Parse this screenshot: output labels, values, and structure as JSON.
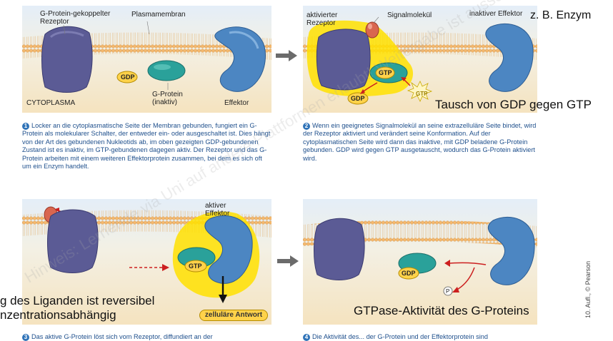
{
  "panel1": {
    "labels": {
      "receptor": "G-Protein-gekoppelter\nRezeptor",
      "membrane": "Plasmamembran",
      "gdp": "GDP",
      "gprotein": "G-Protein\n(inaktiv)",
      "cytoplasm": "CYTOPLASMA",
      "effector": "Effektor"
    }
  },
  "panel2": {
    "labels": {
      "receptor": "aktivierter\nRezeptor",
      "signal": "Signalmolekül",
      "effector": "inaktiver Effektor",
      "gtp": "GTP",
      "gdp": "GDP",
      "gtp_in": "GTP"
    }
  },
  "panel3": {
    "labels": {
      "effector": "aktiver\nEffektor",
      "gtp": "GTP",
      "response": "zelluläre Antwort"
    }
  },
  "panel4": {
    "labels": {
      "gdp": "GDP",
      "phosphate": "P"
    }
  },
  "captions": {
    "c1": {
      "num": "1",
      "text": "Locker an die cytoplasmatische Seite der Membran gebunden, fungiert ein G-Protein als molekularer Schalter, der entweder ein- oder ausgeschaltet ist. Dies hängt von der Art des gebundenen Nukleotids ab, im oben gezeigten GDP-gebundenen Zustand ist es inaktiv, im GTP-gebundenen dagegen aktiv. Der Rezeptor und das G-Protein arbeiten mit einem weiteren Effektorprotein zusammen, bei dem es sich oft um ein Enzym handelt."
    },
    "c2": {
      "num": "2",
      "text": "Wenn ein geeignetes Signalmolekül an seine extrazelluläre Seite bindet, wird der Rezeptor aktiviert und verändert seine Konformation. Auf der cytoplasmatischen Seite wird dann das inaktive, mit GDP beladene G-Protein gebunden. GDP wird gegen GTP ausgetauscht, wodurch das G-Protein aktiviert wird."
    },
    "c3": {
      "num": "3",
      "text": "Das aktive G-Protein löst sich vom Rezeptor, diffundiert an der"
    },
    "c4": {
      "num": "4",
      "text": "Die Aktivität des... der G-Protein und der Effektorprotein sind"
    }
  },
  "annotations": {
    "enzyme": "z. B. Enzym",
    "exchange": "Tausch von GDP gegen GTP",
    "ligand_line1": "g des Liganden ist reversibel",
    "ligand_line2": "nzentrationsabhängig",
    "gtpase": "GTPase-Aktivität des G-Proteins"
  },
  "side_credit": "10. Aufl., © Pearson",
  "watermark": "Hinweis: Lernende via Uni auf andere Plattformen erlaubt! Weitergabe ist ausschließlich",
  "colors": {
    "membrane": "#f0b46a",
    "receptor": "#5b5b95",
    "gprotein": "#2aa19a",
    "effector": "#4c86c2",
    "glow": "#ffe100",
    "arrow": "#cc1f1f",
    "caption_text": "#1e4f8c"
  }
}
